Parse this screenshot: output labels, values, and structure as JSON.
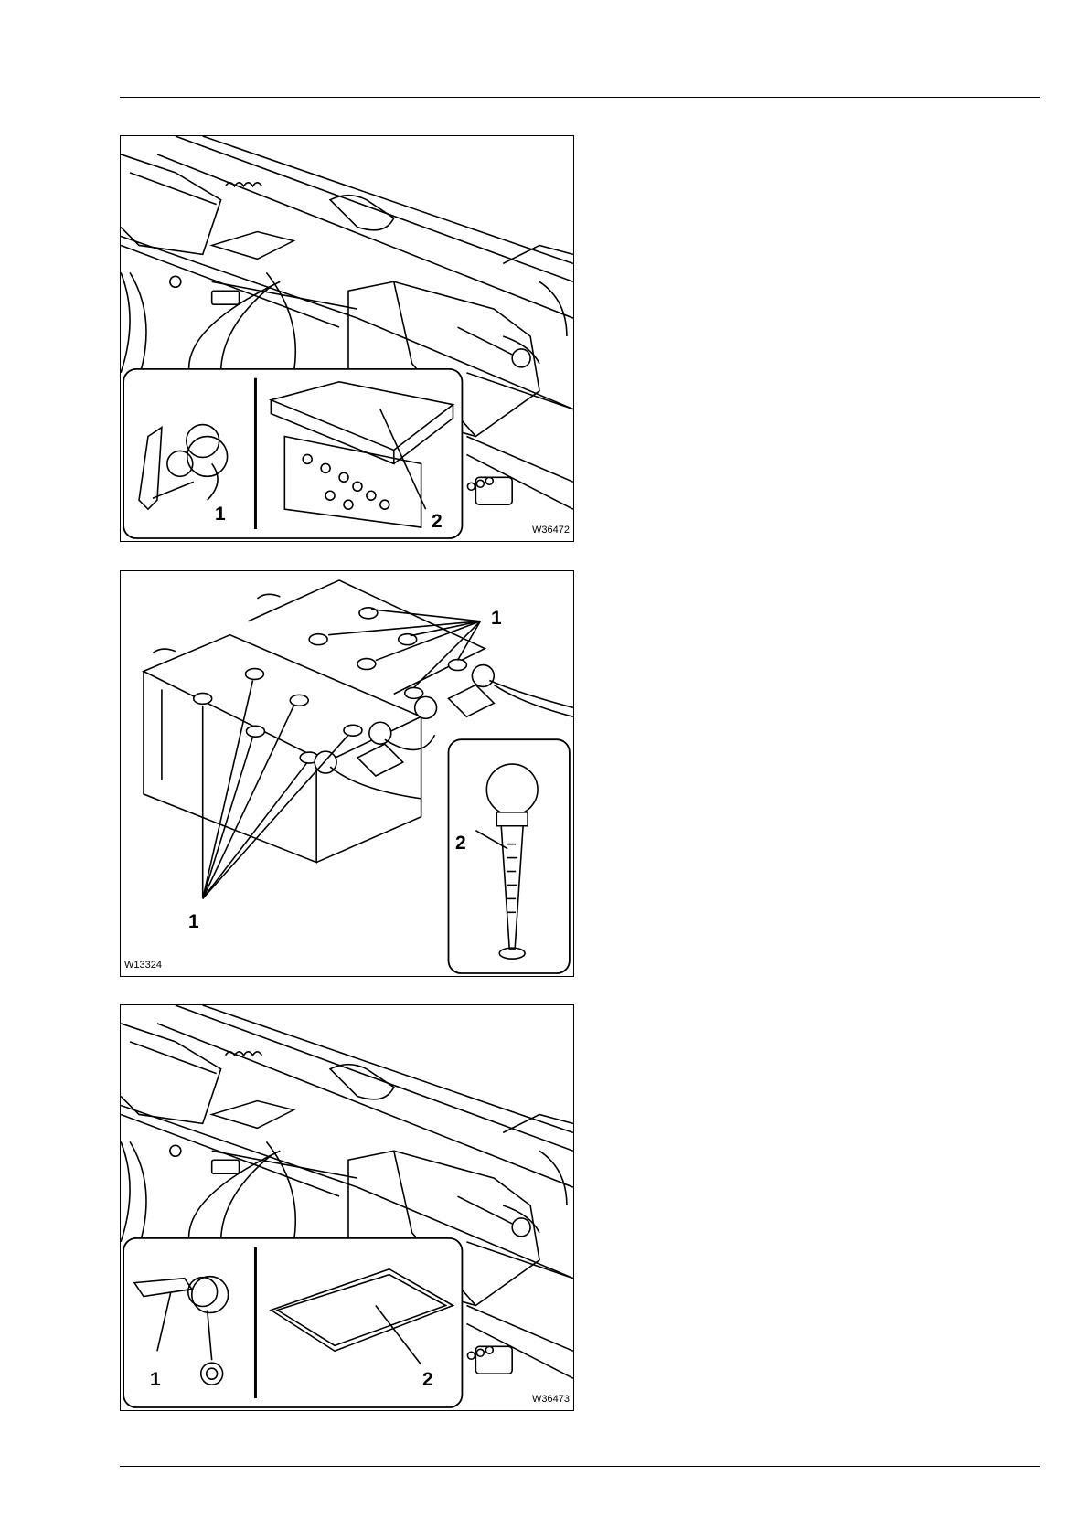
{
  "figures": [
    {
      "code": "W36472",
      "callouts": [
        "1",
        "2"
      ]
    },
    {
      "code": "W13324",
      "callouts": [
        "1",
        "2",
        "1"
      ]
    },
    {
      "code": "W36473",
      "callouts": [
        "1",
        "2"
      ]
    }
  ]
}
